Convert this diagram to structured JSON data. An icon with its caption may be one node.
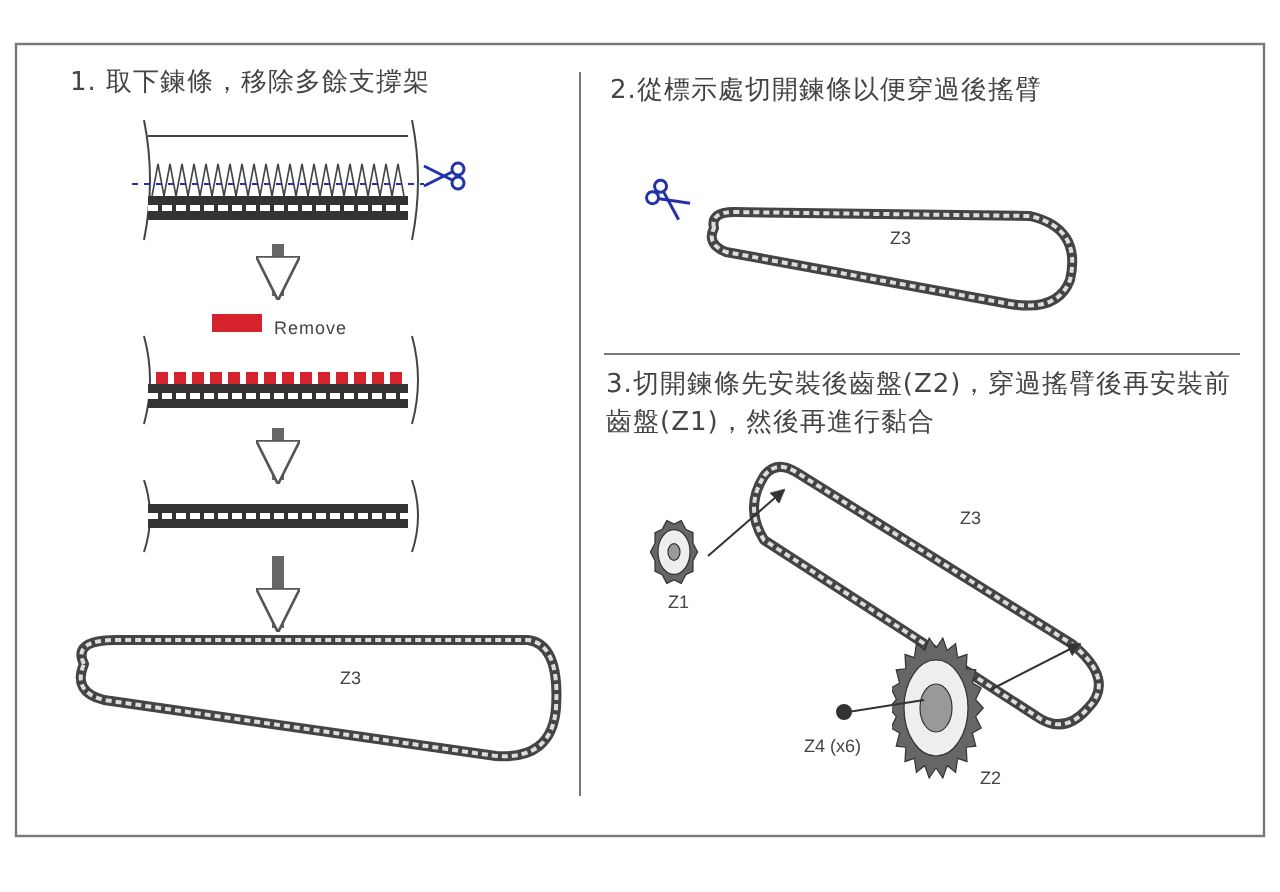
{
  "diagram": {
    "nodes": [
      {
        "text": [],
        "shape": "picture"
      },
      {
        "text": [],
        "shape": "picture"
      },
      {
        "text": [],
        "shape": "picture"
      },
      {
        "text": [
          "Z3"
        ]
      },
      {
        "text": [
          "Z3"
        ]
      },
      {
        "text": [
          "Z1"
        ]
      },
      {
        "text": [
          "Z3"
        ]
      },
      {
        "text": [
          "Z4 (x6)"
        ]
      },
      {
        "text": [
          "Z2"
        ]
      }
    ],
    "edges": [
      {
        "from": 0,
        "to": 1,
        "arrow": "to",
        "style": "thick"
      },
      {
        "from": 1,
        "to": 2,
        "arrow": "to",
        "style": "thick"
      },
      {
        "from": 2,
        "to": 3,
        "arrow": "to",
        "style": "thick"
      },
      {
        "from": 5,
        "to": 6,
        "arrow": "to"
      },
      {
        "from": 7,
        "to": 8,
        "arrow": "none"
      },
      {
        "from": 8,
        "to": 6,
        "arrow": "to"
      }
    ],
    "labels": [
      "1. 取下鍊條，移除多餘支撐架",
      "Remove",
      "2.從標示處切開鍊條以便穿過後搖臂",
      "3.切開鍊條先安裝後齒盤(Z2)，穿過搖臂後再安裝前齒盤(Z1)，然後再進行黏合"
    ]
  }
}
